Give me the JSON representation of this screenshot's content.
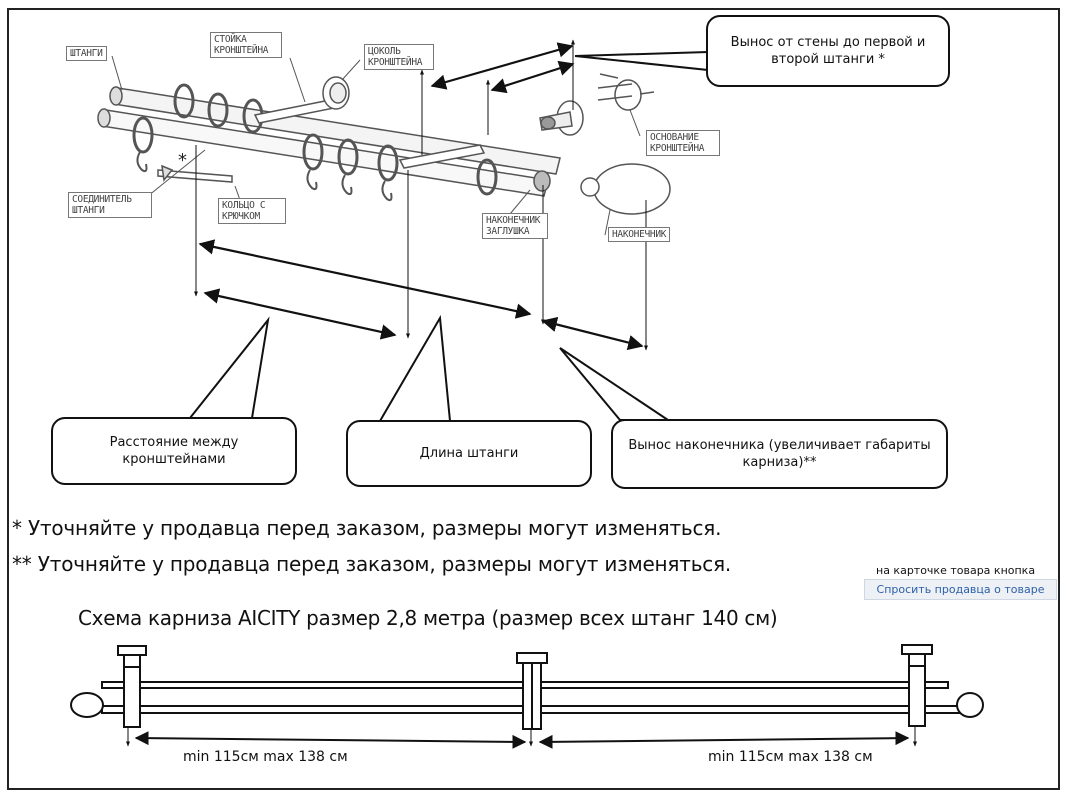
{
  "callouts": {
    "offset_from_wall": "Вынос  от стены до первой и второй штанги *",
    "bracket_distance": "Расстояние между кронштейнами",
    "rod_length": "Длина  штанги",
    "finial_offset": "Вынос наконечника (увеличивает габариты карниза)**"
  },
  "part_labels": {
    "rods": "ШТАНГИ",
    "bracket_post": "СТОЙКА КРОНШТЕЙНА",
    "bracket_base_cap": "ЦОКОЛЬ КРОНШТЕЙНА",
    "bracket_base": "ОСНОВАНИЕ КРОНШТЕЙНА",
    "rod_connector": "СОЕДИНИТЕЛЬ ШТАНГИ",
    "ring_with_hook": "КОЛЬЦО С КРЮЧКОМ",
    "end_cap": "НАКОНЕЧНИК ЗАГЛУШКА",
    "finial": "НАКОНЕЧНИК",
    "star_mark": "*"
  },
  "notes": {
    "note1": "* Уточняйте у продавца перед заказом, размеры могут изменяться.",
    "note2": "** Уточняйте у продавца перед заказом, размеры могут изменяться."
  },
  "seller": {
    "hint": "на карточке товара кнопка",
    "button_label": "Спросить продавца о товаре"
  },
  "scheme": {
    "title": "Схема карниза AICITY размер 2,8 метра (размер всех штанг 140 см)",
    "span_left": "min 115см max 138 см",
    "span_right": "min 115см max 138 см"
  },
  "colors": {
    "link": "#2b5fa8",
    "button_bg": "#edf1f5",
    "line": "#111111"
  }
}
